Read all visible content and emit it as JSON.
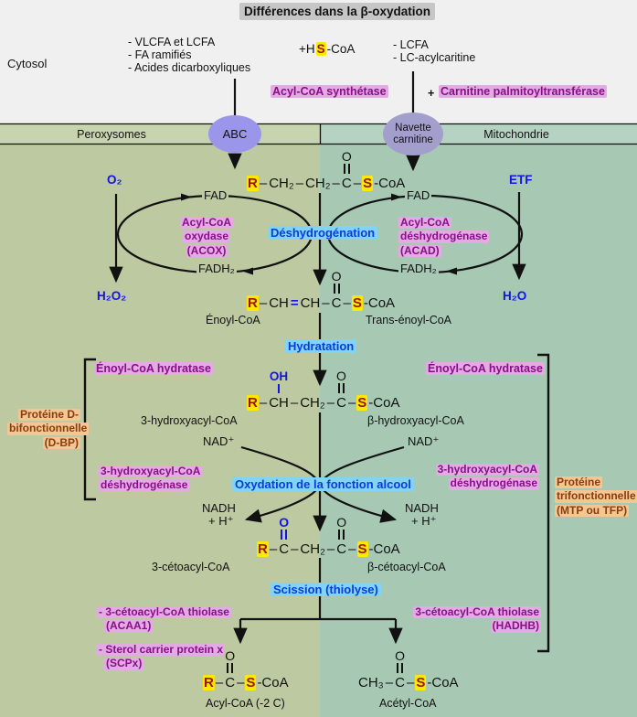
{
  "title": "Différences dans la β-oxydation",
  "top": {
    "cytosol": "Cytosol",
    "left_list": [
      "- VLCFA et LCFA",
      "- FA ramifiés",
      "- Acides dicarboxyliques"
    ],
    "right_list": [
      "- LCFA",
      "- LC-acylcaritine"
    ],
    "hscoa_pre": "+H",
    "hscoa_s": "S",
    "hscoa_post": "-CoA",
    "enzyme_left": "Acyl-CoA synthétase",
    "enzyme_right_plus": "+",
    "enzyme_right": "Carnitine palmitoyltransférase"
  },
  "band": {
    "left": "Peroxysomes",
    "abc": "ABC",
    "navette": [
      "Navette",
      "carnitine"
    ],
    "right": "Mitochondrie"
  },
  "cofactors": {
    "o2": "O₂",
    "etf": "ETF",
    "h2o2": "H₂O₂",
    "h2o": "H₂O",
    "fad": "FAD",
    "fadh2": "FADH₂",
    "nad": "NAD⁺",
    "nadh": "NADH",
    "hplus": "+ H⁺"
  },
  "steps": {
    "dehydrogenation": "Déshydrogénation",
    "hydratation": "Hydratation",
    "oxydation": "Oxydation de la fonction alcool",
    "scission": "Scission (thiolyse)"
  },
  "enzymes": {
    "acox": [
      "Acyl-CoA",
      "oxydase",
      "(ACOX)"
    ],
    "acad": [
      "Acyl-CoA",
      "déshydrogénase",
      "(ACAD)"
    ],
    "hydratase_left": "Énoyl-CoA hydratase",
    "hydratase_right": "Énoyl-CoA hydratase",
    "hadh_left": [
      "3-hydroxyacyl-CoA",
      "déshydrogénase"
    ],
    "hadh_right": [
      "3-hydroxyacyl-CoA",
      "déshydrogénase"
    ],
    "thiolase_left1": [
      "- 3-cétoacyl-CoA thiolase",
      "(ACAA1)"
    ],
    "thiolase_left2": [
      "- Sterol carrier protein x",
      "(SCPx)"
    ],
    "thiolase_right": [
      "3-cétoacyl-CoA thiolase",
      "(HADHB)"
    ],
    "dbp": [
      "Protéine D-",
      "bifonctionnelle",
      "(D-BP)"
    ],
    "mtp": [
      "Protéine",
      "trifonctionnelle",
      "(MTP ou TFP)"
    ]
  },
  "molecules": {
    "dash": "–",
    "eq": "=",
    "o": "O",
    "oh": "OH",
    "acyl": {
      "r": "R",
      "a": "CH₂",
      "b": "CH₂",
      "c": "C",
      "s": "S",
      "coa": "-CoA"
    },
    "enoyl": {
      "r": "R",
      "a": "CH",
      "b": "CH",
      "c": "C",
      "s": "S",
      "coa": "-CoA"
    },
    "hydroxy": {
      "r": "R",
      "a": "CH",
      "b": "CH₂",
      "c": "C",
      "s": "S",
      "coa": "-CoA"
    },
    "ceto": {
      "r": "R",
      "a": "C",
      "b": "CH₂",
      "c": "C",
      "s": "S",
      "coa": "-CoA"
    },
    "acyl2": {
      "r": "R",
      "c": "C",
      "s": "S",
      "coa": "-CoA"
    },
    "acetyl": {
      "a": "CH₃",
      "c": "C",
      "s": "S",
      "coa": "-CoA"
    },
    "labels": {
      "enoyl_l": "Énoyl-CoA",
      "enoyl_r": "Trans-énoyl-CoA",
      "hydroxy_l": "3-hydroxyacyl-CoA",
      "hydroxy_r": "β-hydroxyacyl-CoA",
      "ceto_l": "3-cétoacyl-CoA",
      "ceto_r": "β-cétoacyl-CoA",
      "final_l": "Acyl-CoA (-2 C)",
      "final_r": "Acétyl-CoA"
    }
  }
}
